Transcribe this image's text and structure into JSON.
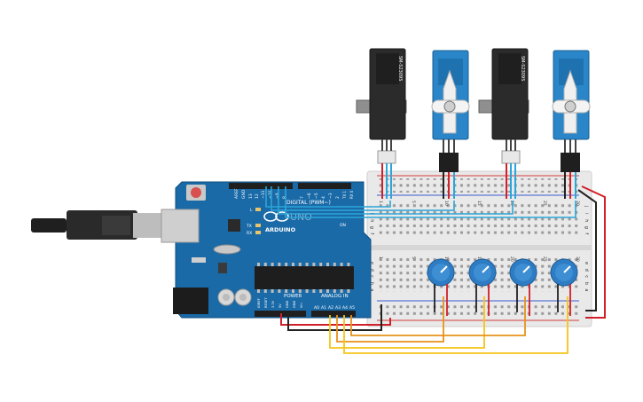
{
  "board": {
    "brand": "ARDUINO",
    "model": "UNO",
    "digital_label": "DIGITAL (PWM~)",
    "power_label": "POWER",
    "analog_label": "ANALOG IN",
    "aref": "AREF",
    "gnd": "GND",
    "pin13": "13",
    "pin12": "12",
    "pin11": "~11",
    "pin10": "~10",
    "pin9": "~9",
    "pin8": "8",
    "pin7": "7",
    "pin6": "~6",
    "pin5": "~5",
    "pin4": "4",
    "pin3": "~3",
    "pin2": "2",
    "tx1": "TX 1",
    "rx0": "RX 0",
    "led_l": "L",
    "led_tx": "TX",
    "led_rx": "RX",
    "on": "ON",
    "a0": "A0",
    "a1": "A1",
    "a2": "A2",
    "a3": "A3",
    "a4": "A4",
    "a5": "A5",
    "ioref": "IOREF",
    "reset": "RESET",
    "v33": "3.3V",
    "v5": "5V",
    "vin": "Vin"
  },
  "servos": [
    {
      "label": "SM-S2309S",
      "style": "black"
    },
    {
      "label": "",
      "style": "blue"
    },
    {
      "label": "SM-S2309S",
      "style": "black"
    },
    {
      "label": "",
      "style": "blue"
    }
  ],
  "breadboard": {
    "row_letters_top": [
      "j",
      "i",
      "h",
      "g",
      "f"
    ],
    "row_letters_bottom": [
      "e",
      "d",
      "c",
      "b",
      "a"
    ],
    "col_numbers": [
      "1",
      "5",
      "10",
      "15",
      "20",
      "25",
      "30"
    ]
  },
  "colors": {
    "board_blue": "#1a6aa8",
    "wire_red": "#d0202a",
    "wire_black": "#222222",
    "wire_yellow": "#f5c518",
    "wire_orange": "#e8921a",
    "wire_cyan": "#2ba6d8",
    "servo_blue": "#2a86c8",
    "knob_blue": "#2d7cc4"
  }
}
